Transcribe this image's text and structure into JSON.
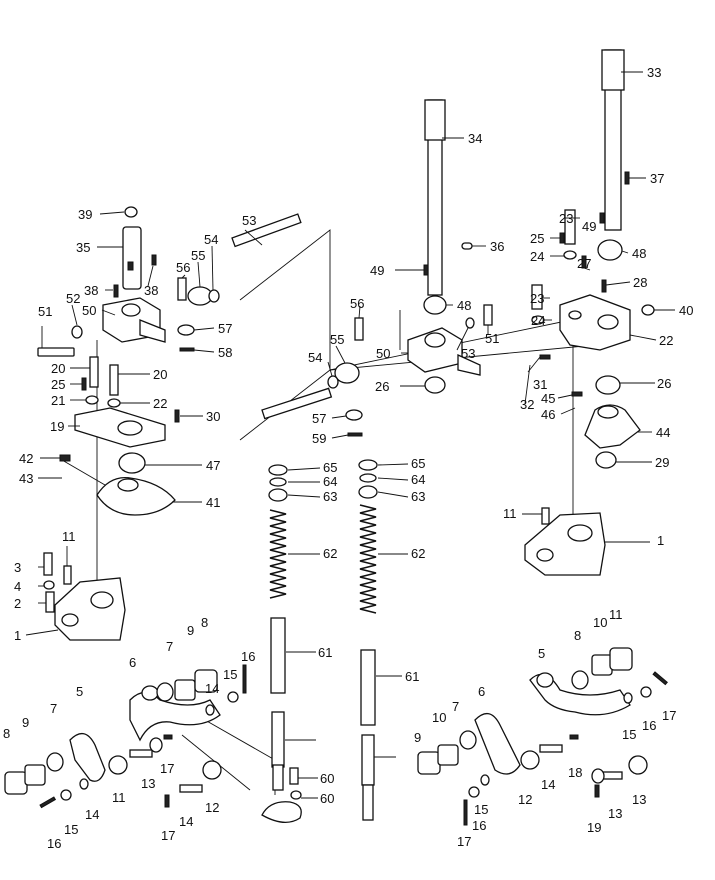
{
  "callouts": [
    "1",
    "1",
    "2",
    "3",
    "4",
    "5",
    "5",
    "6",
    "6",
    "7",
    "7",
    "7",
    "8",
    "8",
    "8",
    "9",
    "9",
    "9",
    "10",
    "10",
    "11",
    "11",
    "11",
    "11",
    "12",
    "12",
    "13",
    "13",
    "13",
    "14",
    "14",
    "14",
    "14",
    "15",
    "15",
    "15",
    "15",
    "16",
    "16",
    "16",
    "16",
    "17",
    "17",
    "17",
    "17",
    "18",
    "19",
    "19",
    "20",
    "20",
    "21",
    "22",
    "22",
    "23",
    "23",
    "24",
    "24",
    "25",
    "25",
    "26",
    "26",
    "27",
    "28",
    "29",
    "30",
    "31",
    "32",
    "33",
    "34",
    "35",
    "36",
    "37",
    "38",
    "38",
    "39",
    "40",
    "41",
    "42",
    "43",
    "44",
    "45",
    "46",
    "47",
    "48",
    "48",
    "49",
    "49",
    "50",
    "50",
    "51",
    "51",
    "52",
    "53",
    "53",
    "54",
    "54",
    "55",
    "55",
    "56",
    "56",
    "57",
    "57",
    "58",
    "59",
    "60",
    "60",
    "61",
    "61",
    "62",
    "62",
    "63",
    "63",
    "64",
    "64",
    "65",
    "65"
  ]
}
